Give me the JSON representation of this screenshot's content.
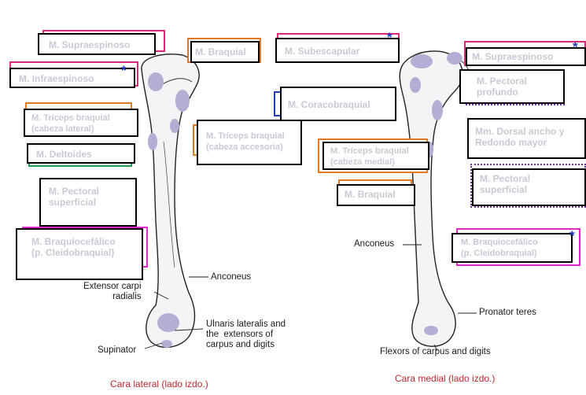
{
  "captions": {
    "lateral": "Cara lateral (lado izdo.)",
    "medial": "Cara medial (lado izdo.)"
  },
  "lateral_labels": {
    "extensor": "Extensor carpi\nradialis",
    "anconeus": "Anconeus",
    "ulnaris": "Ulnaris lateralis and\nthe  extensors of\ncarpus and digits",
    "supinator": "Supinator"
  },
  "medial_labels": {
    "anconeus": "Anconeus",
    "pronator": "Pronator teres",
    "flexors": "Flexors of carpus and digits"
  },
  "answer_boxes_lateral": {
    "supraspinatus": "M. Supraespinoso",
    "infraspinatus": "M. Infraespinoso",
    "triceps_lateral": "M. Tríceps braquial\n(cabeza lateral)",
    "deltoid": "M. Deltoides",
    "pectoral_sup": "M. Pectoral\nsuperficial",
    "brachiocephalic": "M. Braquiocefálico\n(p. Cleidobraquial)",
    "brachial": "M. Braquial",
    "triceps_accessory": "M. Tríceps braquial\n(cabeza accesoria)"
  },
  "answer_boxes_medial": {
    "subscapular": "M. Subescapular",
    "supraspinatus": "M. Supraespinoso",
    "pectoral_deep": "M. Pectoral\nprofundo",
    "coracobrachial": "M. Coracobraquial",
    "latissimus": "Mm. Dorsal ancho y\nRedondo mayor",
    "triceps_medial": "M. Tríceps braquial\n(cabeza medial)",
    "pectoral_sup": "M. Pectoral\nsuperficial",
    "brachial": "M. Braquial",
    "brachiocephalic": "M. Braquiocefálico\n(p. Cleidobraquial)"
  },
  "asterisk": "*",
  "colors": {
    "bone_fill": "#f6f6f8",
    "muscle_attachment": "#b3aed3",
    "caption": "#c0282d",
    "magenta": "#e0287a",
    "orange": "#e07a20",
    "green": "#1f9a55",
    "blue": "#2040b0",
    "purple": "#6a2f9a"
  }
}
